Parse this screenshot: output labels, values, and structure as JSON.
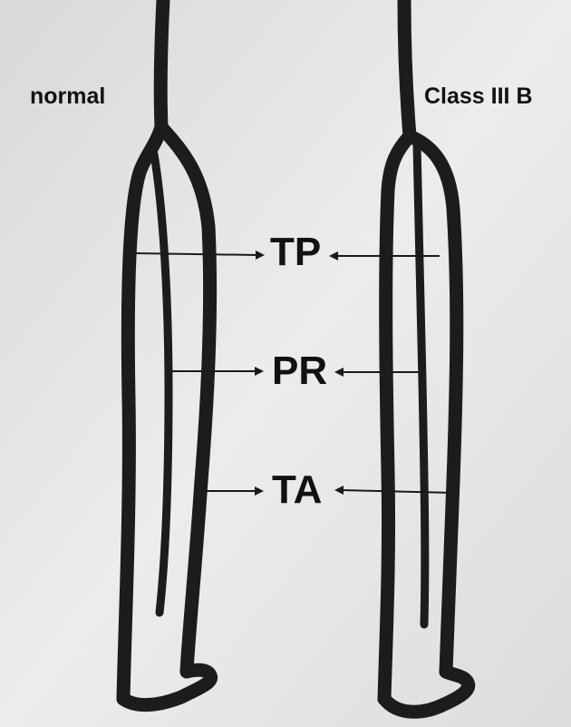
{
  "left_label": "normal",
  "right_label": "Class III B",
  "vessels": {
    "tp": "TP",
    "pr": "PR",
    "ta": "TA"
  },
  "colors": {
    "ink": "#1c1c1c",
    "paper": "#e6e6e6"
  }
}
